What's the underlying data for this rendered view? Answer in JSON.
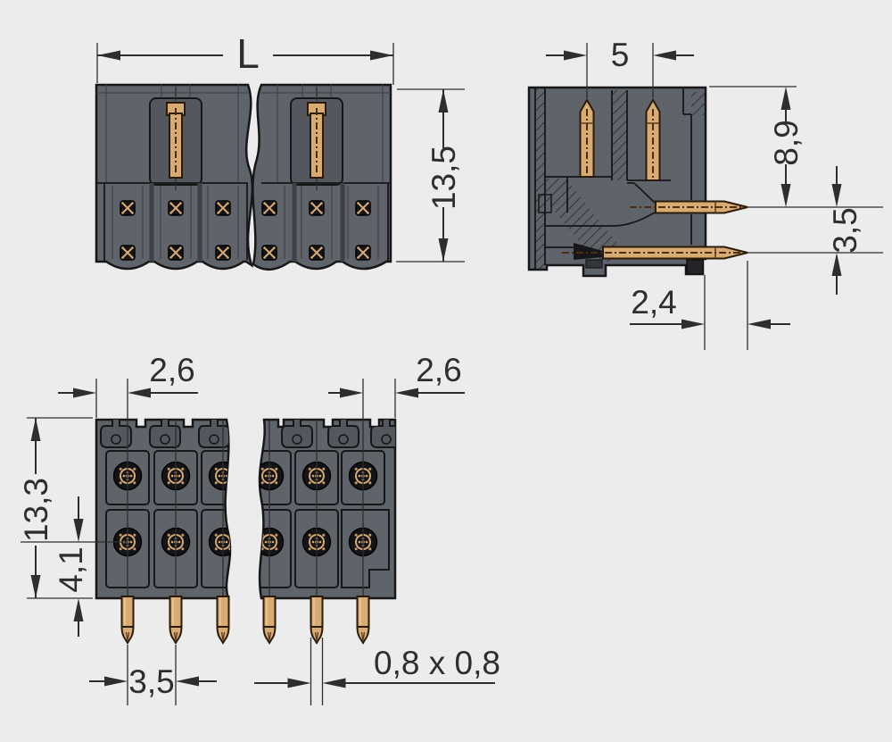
{
  "drawing": {
    "type": "connector-technical-drawing",
    "views": {
      "front": "front-view",
      "side": "side-view",
      "bottom": "bottom-view"
    }
  },
  "dimensions": {
    "front_width": "L",
    "front_height": "13,5",
    "side_pin_pitch": "5",
    "side_pin_height": "8,9",
    "side_pin_spacing": "3,5",
    "side_pin_offset": "2,4",
    "bottom_edge_margin_left": "2,6",
    "bottom_edge_margin_right": "2,6",
    "bottom_height": "13,3",
    "bottom_row_offset": "4,1",
    "bottom_pin_pitch": "3,5",
    "bottom_pin_cross_section": "0,8 x 0,8"
  },
  "colors": {
    "background": "#ececec",
    "body": "#5f646b",
    "body_recess": "#54585e",
    "groove": "#3d4146",
    "outline": "#17171a",
    "copper": "#d8ab72",
    "copper_outline": "#2a1a08",
    "copper_highlight": "#ecd0a0",
    "dimension": "#2e2e2e"
  }
}
